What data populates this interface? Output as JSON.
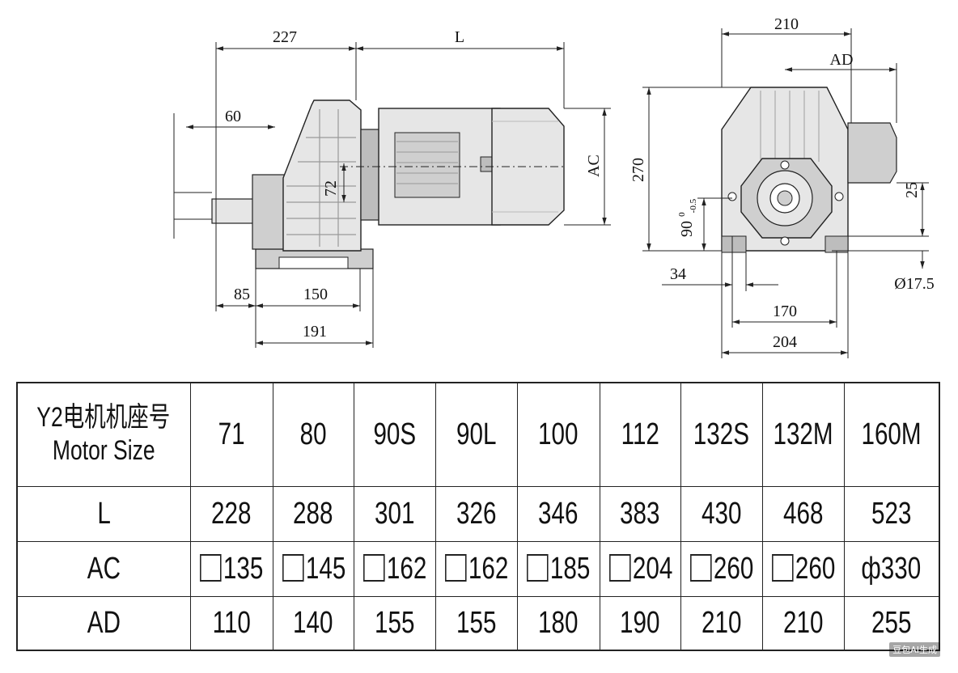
{
  "dimensions": {
    "d227": "227",
    "dL": "L",
    "d60": "60",
    "d72": "72",
    "dAC": "AC",
    "d85": "85",
    "d150": "150",
    "d191": "191",
    "d210": "210",
    "dAD": "AD",
    "d270": "270",
    "d25": "25",
    "d90": "90",
    "d90sup": "0",
    "d90sub": "-0.5",
    "d34": "34",
    "d17_5": "Ø17.5",
    "d170": "170",
    "d204": "204"
  },
  "table": {
    "header_label_cn": "Y2电机机座号",
    "header_label_en": "Motor Size",
    "sizes": [
      "71",
      "80",
      "90S",
      "90L",
      "100",
      "112",
      "132S",
      "132M",
      "160M"
    ],
    "rows": [
      {
        "label": "L",
        "values": [
          "228",
          "288",
          "301",
          "326",
          "346",
          "383",
          "430",
          "468",
          "523"
        ]
      },
      {
        "label": "AC",
        "values": [
          "135",
          "145",
          "162",
          "162",
          "185",
          "204",
          "260",
          "260",
          "ф330"
        ],
        "square_flags": [
          true,
          true,
          true,
          true,
          true,
          true,
          true,
          true,
          false
        ]
      },
      {
        "label": "AD",
        "values": [
          "110",
          "140",
          "155",
          "155",
          "180",
          "190",
          "210",
          "210",
          "255"
        ]
      }
    ]
  },
  "watermark": "豆包AI生成"
}
